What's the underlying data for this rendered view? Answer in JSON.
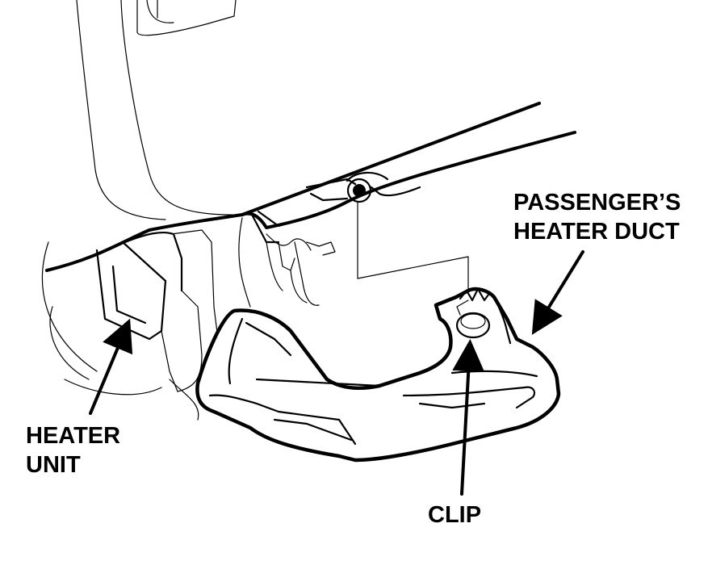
{
  "labels": {
    "passenger_duct_line1": "PASSENGER’S",
    "passenger_duct_line2": "HEATER DUCT",
    "heater_unit_line1": "HEATER",
    "heater_unit_line2": "UNIT",
    "clip": "CLIP"
  },
  "colors": {
    "ink": "#000000",
    "background": "#ffffff"
  }
}
